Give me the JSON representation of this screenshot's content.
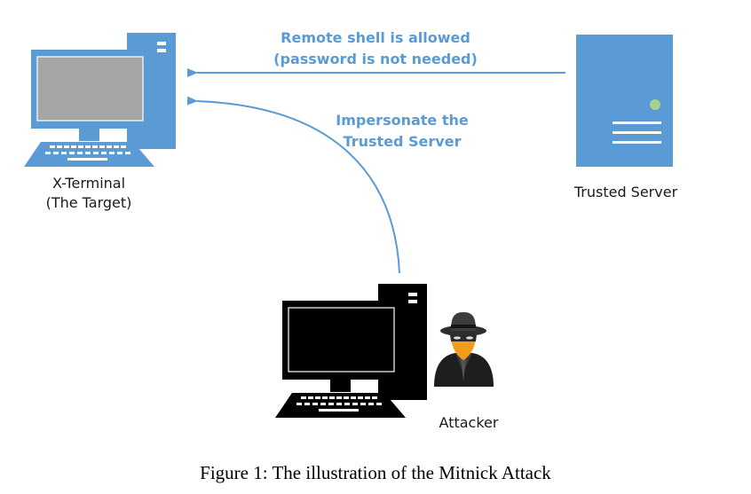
{
  "figure": {
    "caption": "Figure 1: The illustration of the Mitnick Attack"
  },
  "colors": {
    "accent": "#5b9bd5",
    "screen_gray": "#a5a5a5",
    "server_led": "#a9d18e",
    "attacker_fill": "#000000",
    "background": "#ffffff"
  },
  "nodes": {
    "target": {
      "icon": "desktop-computer-icon",
      "line1": "X-Terminal",
      "line2": "(The Target)"
    },
    "server": {
      "icon": "server-tower-icon",
      "label": "Trusted Server"
    },
    "attacker": {
      "icon": "desktop-computer-icon",
      "avatar": "spy-hat-icon",
      "label": "Attacker"
    }
  },
  "edges": {
    "trust": {
      "from": "Trusted Server",
      "to": "X-Terminal",
      "line1": "Remote shell is allowed",
      "line2": "(password is not needed)"
    },
    "spoof": {
      "from": "Attacker",
      "to": "X-Terminal",
      "line1": "Impersonate the",
      "line2": "Trusted Server"
    }
  }
}
